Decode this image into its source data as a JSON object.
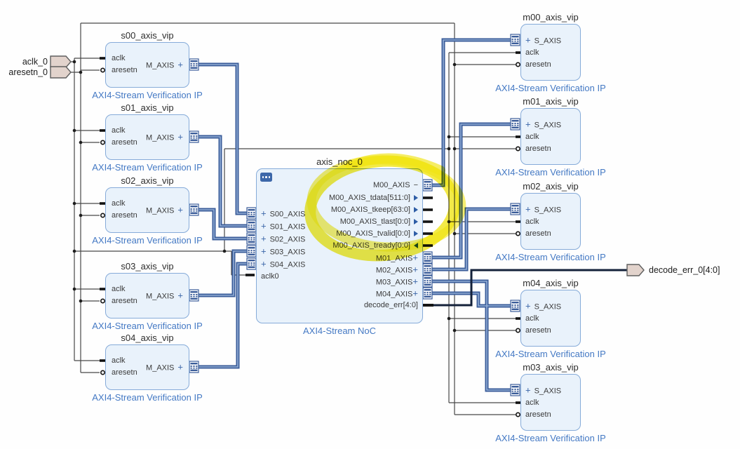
{
  "labels": {
    "vip_type": "AXI4-Stream Verification IP",
    "noc_type": "AXI4-Stream NoC"
  },
  "ui": {
    "plus": "+",
    "minus": "−"
  },
  "external_ports": {
    "aclk_0": "aclk_0",
    "aresetn_0": "aresetn_0",
    "decode_err_0": "decode_err_0[4:0]"
  },
  "blocks": {
    "s00": {
      "title": "s00_axis_vip",
      "pins": [
        "aclk",
        "aresetn",
        "M_AXIS"
      ]
    },
    "s01": {
      "title": "s01_axis_vip",
      "pins": [
        "aclk",
        "aresetn",
        "M_AXIS"
      ]
    },
    "s02": {
      "title": "s02_axis_vip",
      "pins": [
        "aclk",
        "aresetn",
        "M_AXIS"
      ]
    },
    "s03": {
      "title": "s03_axis_vip",
      "pins": [
        "aclk",
        "aresetn",
        "M_AXIS"
      ]
    },
    "s04": {
      "title": "s04_axis_vip",
      "pins": [
        "aclk",
        "aresetn",
        "M_AXIS"
      ]
    },
    "m00": {
      "title": "m00_axis_vip",
      "pins": [
        "S_AXIS",
        "aclk",
        "aresetn"
      ]
    },
    "m01": {
      "title": "m01_axis_vip",
      "pins": [
        "S_AXIS",
        "aclk",
        "aresetn"
      ]
    },
    "m02": {
      "title": "m02_axis_vip",
      "pins": [
        "S_AXIS",
        "aclk",
        "aresetn"
      ]
    },
    "m04": {
      "title": "m04_axis_vip",
      "pins": [
        "S_AXIS",
        "aclk",
        "aresetn"
      ]
    },
    "m03": {
      "title": "m03_axis_vip",
      "pins": [
        "S_AXIS",
        "aclk",
        "aresetn"
      ]
    },
    "noc": {
      "title": "axis_noc_0",
      "left_ports": [
        "S00_AXIS",
        "S01_AXIS",
        "S02_AXIS",
        "S03_AXIS",
        "S04_AXIS"
      ],
      "aclk_port": "aclk0",
      "m00_port": "M00_AXIS",
      "m00_subports": [
        "M00_AXIS_tdata[511:0]",
        "M00_AXIS_tkeep[63:0]",
        "M00_AXIS_tlast[0:0]",
        "M00_AXIS_tvalid[0:0]",
        "M00_AXIS_tready[0:0]"
      ],
      "m_ports": [
        "M01_AXIS",
        "M02_AXIS",
        "M03_AXIS",
        "M04_AXIS"
      ],
      "decode_port": "decode_err[4:0]"
    }
  },
  "colors": {
    "block_fill": "#e9f2fb",
    "block_border": "#86abd9",
    "bus_blue": "#3a5c99",
    "bus_core": "#93aed6",
    "type_label_blue": "#4479c4",
    "net_gray": "#484848",
    "decode_navy": "#14213a",
    "port_fill": "#e2d3cc",
    "highlight_yellow": "#f1e513"
  }
}
